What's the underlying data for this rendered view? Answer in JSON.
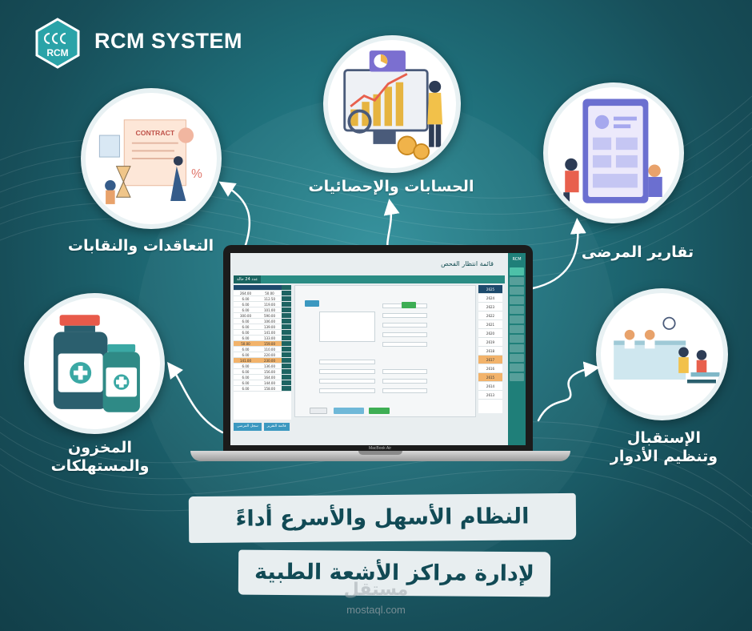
{
  "brand": {
    "name": "RCM SYSTEM",
    "logo_text": "RCM"
  },
  "features": {
    "accounting": "الحسابات والإحصائيات",
    "contracts": "التعاقدات والنقابات",
    "reports": "تقارير المرضى",
    "inventory_line1": "المخزون",
    "inventory_line2": "والمستهلكات",
    "reception_line1": "الإستقبال",
    "reception_line2": "وتنظيم الأدوار"
  },
  "illustration_labels": {
    "contract": "CONTRACT"
  },
  "app": {
    "title": "قائمة انتظار الفحص",
    "count_pill": "عدد 24 حالة",
    "sidebar_label": "RCM",
    "bottom_tab_1": "قائمة التقرير",
    "bottom_tab_2": "سجل المرضى",
    "laptop_model": "MacBook Air",
    "table_ids": [
      "2625",
      "2624",
      "2623",
      "2622",
      "2621",
      "2620",
      "2619",
      "2618",
      "2617",
      "2616",
      "2615",
      "2614",
      "2613"
    ],
    "table_rows": [
      [
        "264.00",
        "50.00"
      ],
      [
        "6.00",
        "112.50"
      ],
      [
        "6.00",
        "119.00"
      ],
      [
        "6.00",
        "101.00"
      ],
      [
        "300.00",
        "590.00"
      ],
      [
        "6.00",
        "106.00"
      ],
      [
        "6.00",
        "139.00"
      ],
      [
        "6.00",
        "141.00"
      ],
      [
        "6.00",
        "133.00"
      ],
      [
        "50.00",
        "159.00"
      ],
      [
        "6.00",
        "110.00"
      ],
      [
        "6.00",
        "220.00"
      ],
      [
        "141.00",
        "230.00"
      ],
      [
        "6.00",
        "136.00"
      ],
      [
        "6.00",
        "156.00"
      ],
      [
        "6.00",
        "164.00"
      ],
      [
        "6.00",
        "144.00"
      ],
      [
        "6.00",
        "158.00"
      ]
    ]
  },
  "banner": {
    "line1": "النظام الأسهل  والأسرع أداءً",
    "line2": "لإدارة مراكز الأشعة الطبية"
  },
  "watermark": {
    "arabic": "مستقل",
    "latin": "mostaql.com"
  },
  "colors": {
    "teal_dark": "#174e59",
    "teal": "#1f7f79",
    "banner_text": "#114a55",
    "banner_bg": "#e8eef0"
  }
}
